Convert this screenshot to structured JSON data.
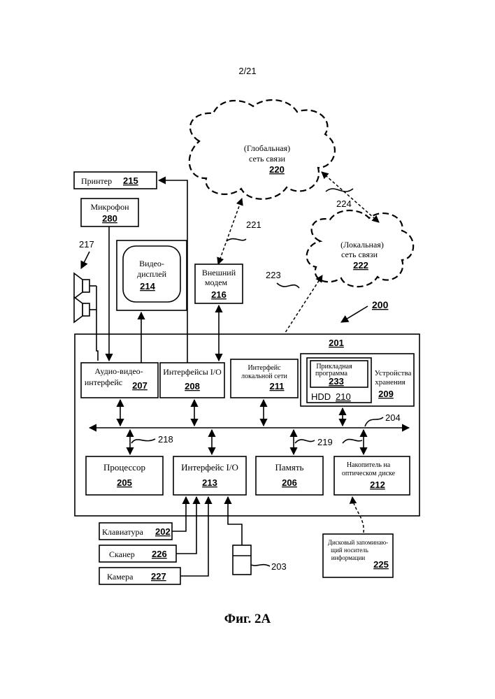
{
  "page_number": "2/21",
  "figure_caption": "Фиг. 2А",
  "system_ref": "200",
  "computer_ref": "201",
  "bus_ref": "204",
  "clouds": {
    "wan": {
      "line1": "(Глобальная)",
      "line2": "сеть связи",
      "ref": "220"
    },
    "lan": {
      "line1": "(Локальная)",
      "line2": "сеть связи",
      "ref": "222"
    }
  },
  "link_refs": {
    "modem_wan": "221",
    "lan_link": "223",
    "wan_lan": "224",
    "speakers": "217",
    "bus_a": "218",
    "bus_b": "219"
  },
  "peripherals": {
    "printer": {
      "label": "Принтер",
      "ref": "215"
    },
    "microphone": {
      "label": "Микрофон",
      "ref": "280"
    },
    "video_display": {
      "line1": "Видео-",
      "line2": "дисплей",
      "ref": "214"
    },
    "modem": {
      "line1": "Внешний",
      "line2": "модем",
      "ref": "216"
    },
    "keyboard": {
      "label": "Клавиатура",
      "ref": "202"
    },
    "scanner": {
      "label": "Сканер",
      "ref": "226"
    },
    "camera": {
      "label": "Камера",
      "ref": "227"
    },
    "mouse": {
      "ref": "203"
    },
    "disk_medium": {
      "line1": "Дисковый запоминаю-",
      "line2": "щий носитель",
      "line3": "информации",
      "ref": "225"
    }
  },
  "components": {
    "av_interface": {
      "line1": "Аудио-видео-",
      "line2": "интерфейс",
      "ref": "207"
    },
    "io_interfaces": {
      "label": "Интерфейсы I/O",
      "ref": "208"
    },
    "lan_interface": {
      "line1": "Интерфейс",
      "line2": "локальной сети",
      "ref": "211"
    },
    "app": {
      "line1": "Прикладная",
      "line2": "программа",
      "ref": "233"
    },
    "hdd": {
      "label": "HDD",
      "ref": "210"
    },
    "storage": {
      "line1": "Устройства",
      "line2": "хранения",
      "ref": "209"
    },
    "processor": {
      "label": "Процессор",
      "ref": "205"
    },
    "io_interface": {
      "label": "Интерфейс I/O",
      "ref": "213"
    },
    "memory": {
      "label": "Память",
      "ref": "206"
    },
    "optical_drive": {
      "line1": "Накопитель на",
      "line2": "оптическом диске",
      "ref": "212"
    }
  }
}
